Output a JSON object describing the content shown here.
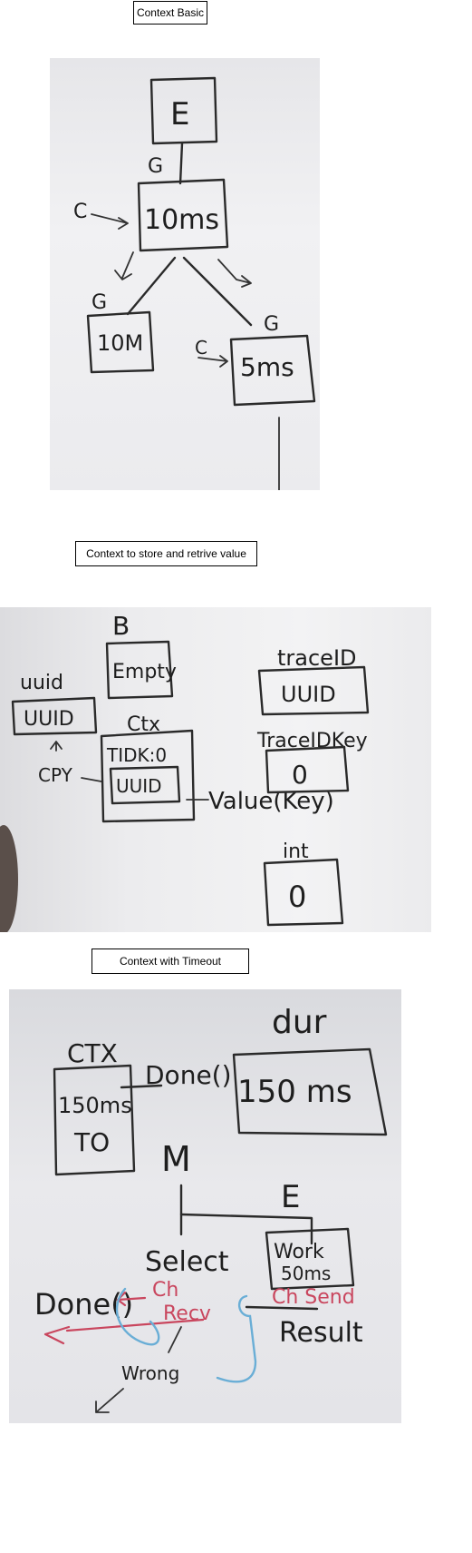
{
  "sections": [
    {
      "title": "Context Basic",
      "board": {
        "labels": {
          "root": "E",
          "root_edge": "G",
          "mid": "10ms",
          "mid_in": "C",
          "left_tag": "G",
          "left": "10M",
          "right_tag": "G",
          "right_in": "C",
          "right": "5ms"
        }
      }
    },
    {
      "title": "Context to store and retrive value",
      "board": {
        "labels": {
          "top_tag": "B",
          "empty": "Empty",
          "uuid_tag": "uuid",
          "uuid_left": "UUID",
          "cpy": "CPY",
          "ctx_tag": "Ctx",
          "tidk": "TIDK:0",
          "uuid_inner": "UUID",
          "value_key": "Value(Key)",
          "trace_id": "traceID",
          "uuid_right": "UUID",
          "trace_id_key": "TraceIDKey",
          "zero_box": "0",
          "int_tag": "int",
          "int_zero": "0"
        }
      }
    },
    {
      "title": "Context with Timeout",
      "board": {
        "labels": {
          "ctx_tag": "CTX",
          "ctx_val": "150ms",
          "ctx_to": "TO",
          "done_call": "Done()",
          "dur_tag": "dur",
          "dur_val": "150 ms",
          "m_tag": "M",
          "e_tag": "E",
          "select": "Select",
          "work": "Work",
          "work_ms": "50ms",
          "done_left": "Done()",
          "ch_recv": "Ch",
          "recv": "Recv",
          "ch_send": "Ch Send",
          "result": "Result",
          "wrong": "Wrong"
        }
      }
    }
  ]
}
